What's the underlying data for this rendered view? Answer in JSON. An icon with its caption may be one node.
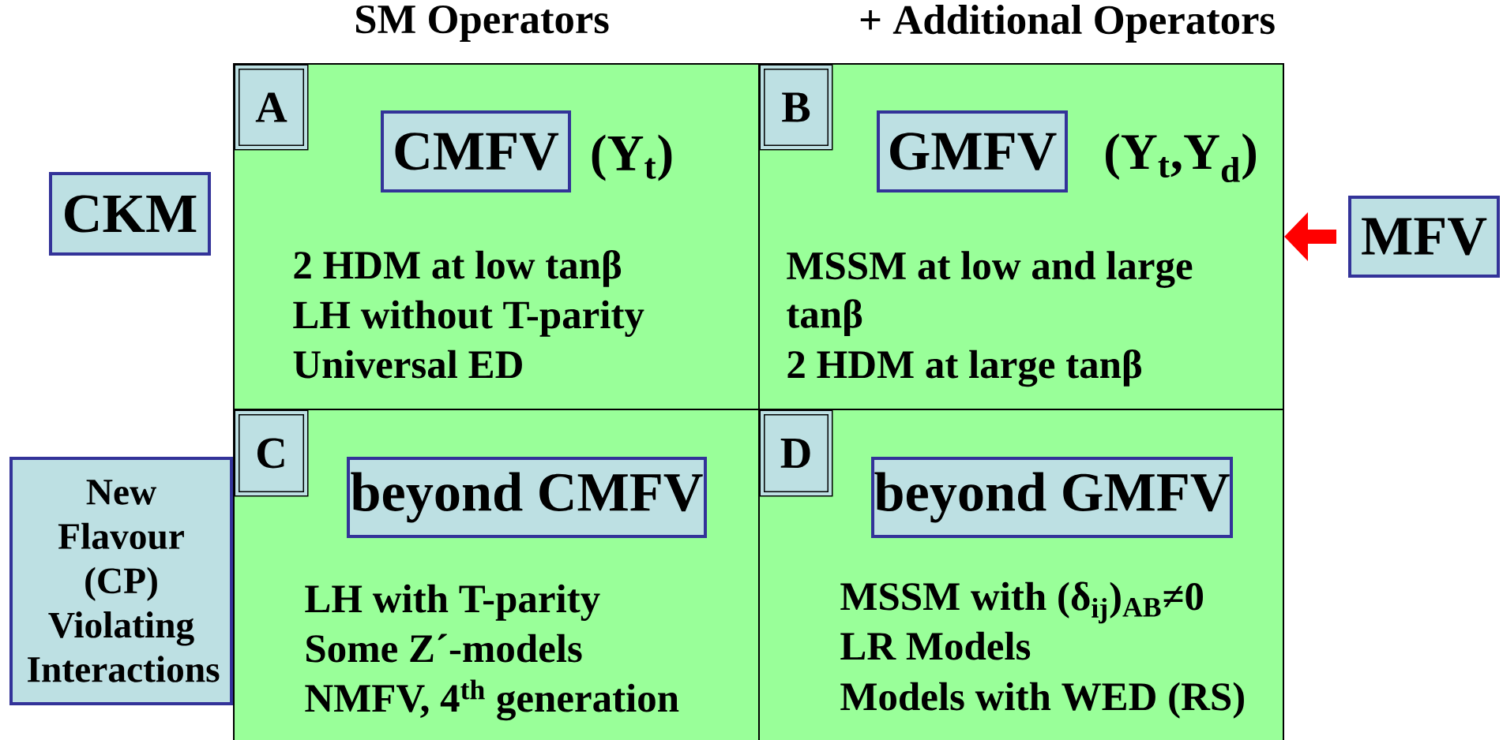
{
  "diagram": {
    "nodes": [
      {
        "text": [
          "(Y$_{t}$)",
          "2 HDM at low tanβ",
          "LH without T-parity",
          "Universal ED"
        ]
      },
      {
        "text": [
          "A"
        ],
        "in": 0
      },
      {
        "text": [
          "CMFV"
        ],
        "in": 0
      },
      {
        "text": [
          "(Y$_{t}$,Y$_{d}$)",
          "MSSM at low and large tanβ",
          "2 HDM at large tanβ"
        ]
      },
      {
        "text": [
          "B"
        ],
        "in": 3
      },
      {
        "text": [
          "GMFV"
        ],
        "in": 3
      },
      {
        "text": [
          "LH with T-parity",
          "Some Z´-models",
          "NMFV, 4$^{th}$ generation"
        ]
      },
      {
        "text": [
          "C"
        ],
        "in": 6
      },
      {
        "text": [
          "beyond CMFV"
        ],
        "in": 6
      },
      {
        "text": [
          "MSSM with (δ$_{ij}$)$_{AB}$≠0",
          "LR Models",
          "Models with WED (RS)"
        ]
      },
      {
        "text": [
          "D"
        ],
        "in": 9
      },
      {
        "text": [
          "beyond GMFV"
        ],
        "in": 9
      },
      {
        "text": [
          "CKM"
        ]
      },
      {
        "text": [
          "New Flavour (CP) Violating Interactions"
        ]
      },
      {
        "text": [
          "MFV"
        ]
      }
    ],
    "edges": [
      {
        "from": 14,
        "to": 3,
        "arrow": "to",
        "color": "#ff0000"
      }
    ],
    "labels": [
      "SM Operators",
      "+ Additional Operators"
    ]
  }
}
